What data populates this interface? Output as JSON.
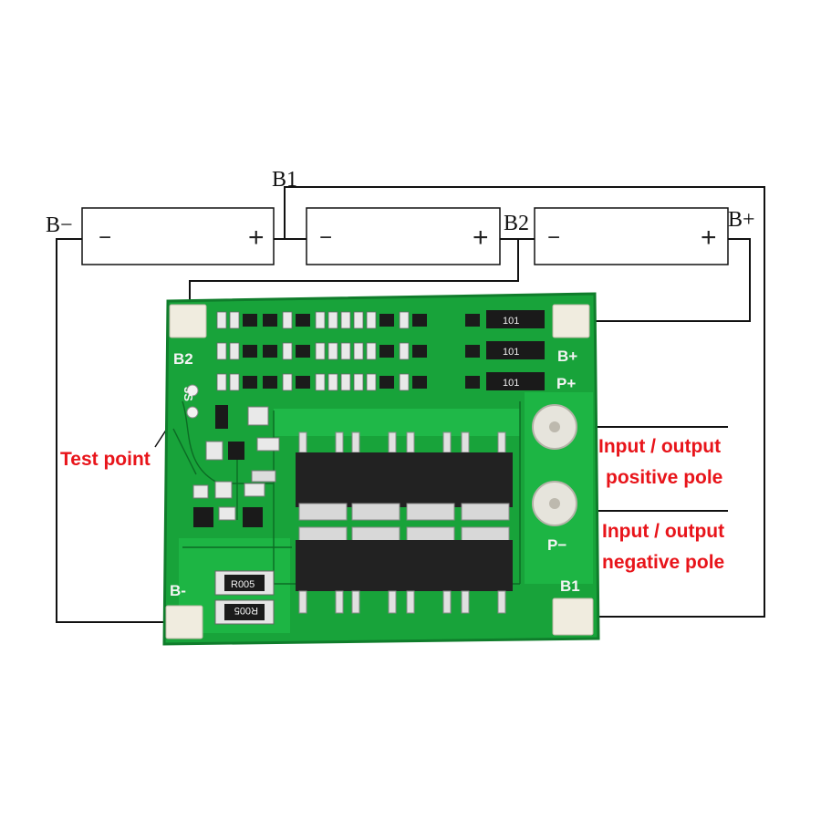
{
  "batteries": [
    {
      "minus": "−",
      "plus": "+"
    },
    {
      "minus": "−",
      "plus": "+"
    },
    {
      "minus": "−",
      "plus": "+"
    }
  ],
  "wire_labels": {
    "b_minus": "B−",
    "b1": "B1",
    "b2": "B2",
    "b_plus": "B+"
  },
  "board": {
    "silk_b2": "B2",
    "silk_b_plus": "B+",
    "silk_p_plus": "P+",
    "silk_p_minus": "P−",
    "silk_b_minus": "B-",
    "silk_b1": "B1",
    "silk_3s": "3S",
    "resistor_top": "R005",
    "resistor_bottom": "R005",
    "shunt": "101"
  },
  "annotations": {
    "test_point": "Test point",
    "positive_line1": "Input / output",
    "positive_line2": "positive pole",
    "negative_line1": "Input / output",
    "negative_line2": "negative pole"
  },
  "colors": {
    "pcb": "#18a33a",
    "pcb_dark": "#0f7d2b",
    "pad": "#f0ecdf",
    "annotation": "#e8141a",
    "wire": "#111111"
  }
}
